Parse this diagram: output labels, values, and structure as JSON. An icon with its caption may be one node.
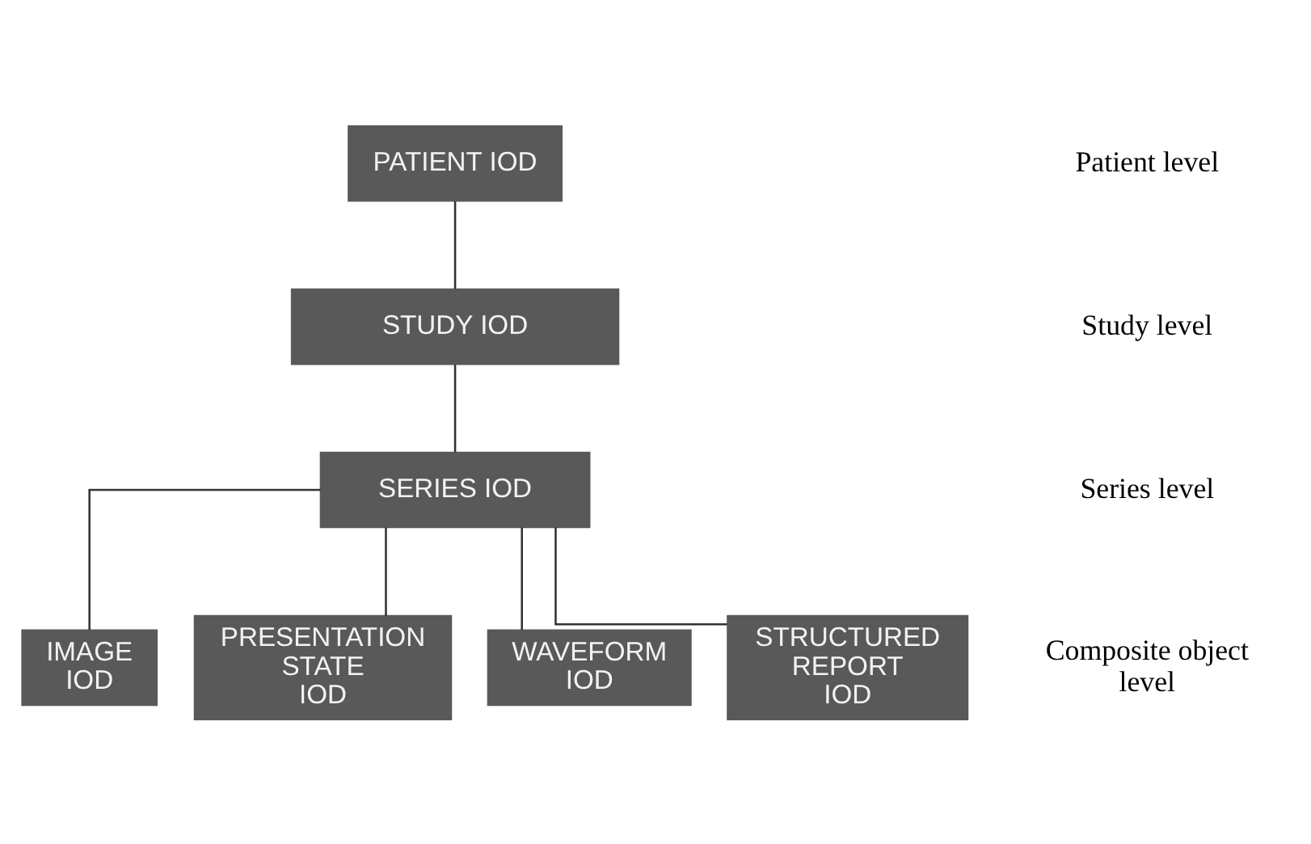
{
  "diagram": {
    "nodes": [
      {
        "text": [
          "PATIENT IOD"
        ]
      },
      {
        "text": [
          "STUDY IOD"
        ]
      },
      {
        "text": [
          "SERIES IOD"
        ]
      },
      {
        "text": [
          "IMAGE IOD"
        ]
      },
      {
        "text": [
          "PRESENTATION STATE IOD"
        ]
      },
      {
        "text": [
          "WAVEFORM IOD"
        ]
      },
      {
        "text": [
          "STRUCTURED REPORT IOD"
        ]
      }
    ],
    "edges": [
      {
        "from": 0,
        "to": 1,
        "arrow": "none"
      },
      {
        "from": 1,
        "to": 2,
        "arrow": "none"
      },
      {
        "from": 2,
        "to": 3,
        "arrow": "none"
      },
      {
        "from": 2,
        "to": 4,
        "arrow": "none"
      },
      {
        "from": 2,
        "to": 5,
        "arrow": "none"
      },
      {
        "from": 2,
        "to": 6,
        "arrow": "none"
      }
    ],
    "labels": [
      "Patient level",
      "Study level",
      "Series level",
      "Composite object level"
    ]
  }
}
